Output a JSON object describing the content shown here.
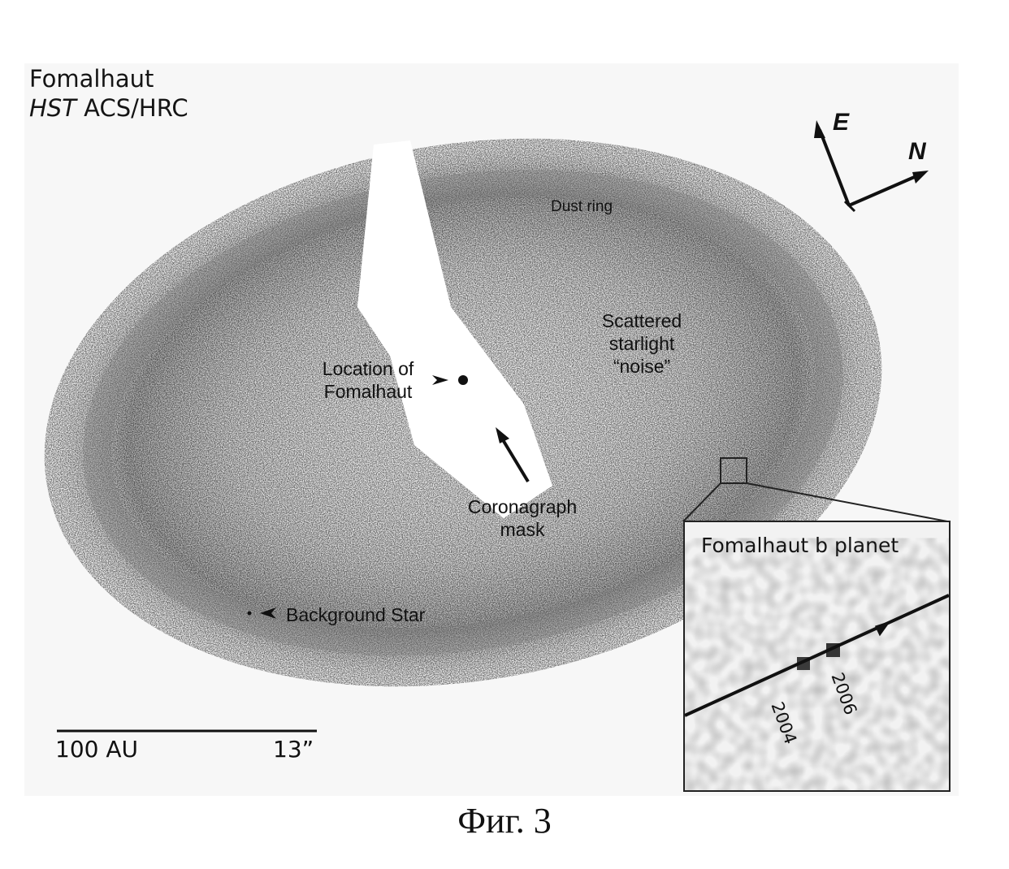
{
  "figure": {
    "title": "Fomalhaut",
    "subtitle_italic": "HST",
    "subtitle_rest": " ACS/HRC",
    "compass": {
      "east": "E",
      "north": "N"
    },
    "annotations": {
      "dust_ring": "Dust ring",
      "scattered": [
        "Scattered",
        "starlight",
        "“noise”"
      ],
      "location": [
        "Location of",
        "Fomalhaut"
      ],
      "mask": [
        "Coronagraph",
        "mask"
      ],
      "background_star": "Background Star"
    },
    "scale_bar": {
      "left": "100 AU",
      "right": "13”"
    },
    "inset": {
      "title": "Fomalhaut b planet",
      "year_1": "2004",
      "year_2": "2006"
    }
  },
  "caption": "Фиг. 3",
  "colors": {
    "ink": "#111111",
    "background": "#f7f7f7"
  }
}
